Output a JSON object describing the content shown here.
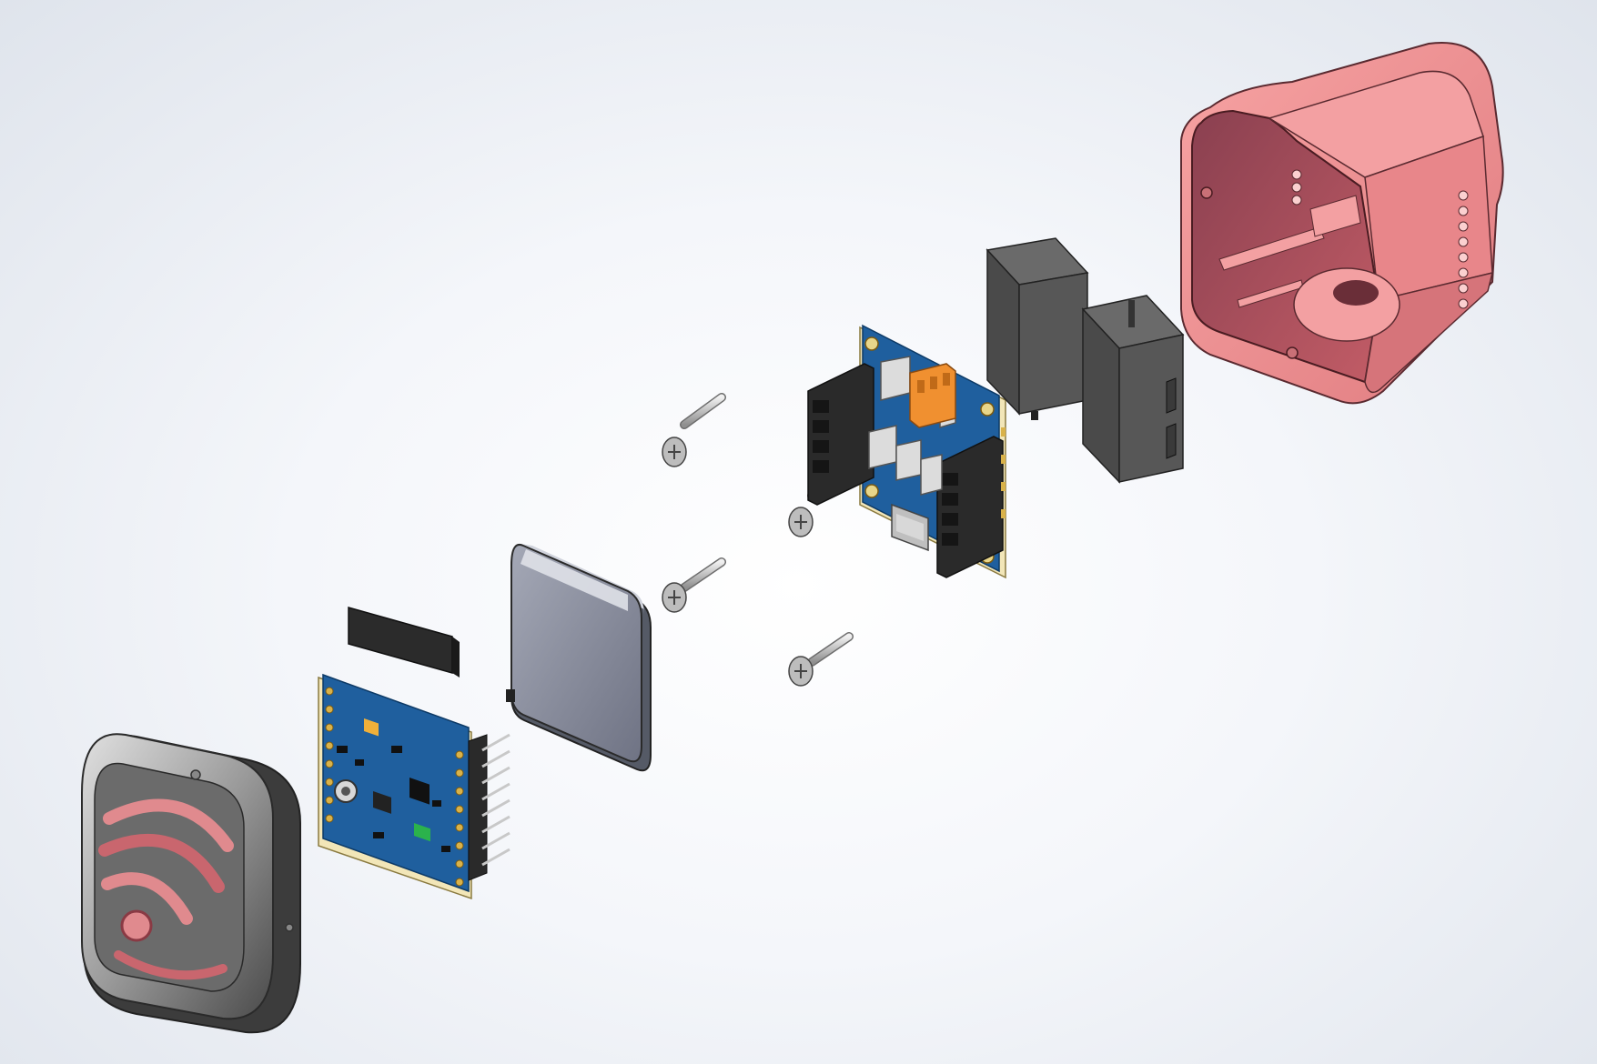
{
  "view": {
    "type": "exploded-assembly",
    "background": "#eef1f6"
  },
  "colors": {
    "pink": "#f08f8f",
    "pink_dark": "#7a3a44",
    "pcb_blue": "#1f5f9e",
    "pcb_edge": "#f2e6b8",
    "pcb_gold": "#d9b24a",
    "connector_black": "#2a2a2a",
    "connector_grey": "#d8d8d8",
    "connector_orange": "#f09030",
    "battery_body": "#7d8190",
    "battery_light": "#c9ccd6",
    "screw": "#c8c8c8",
    "knob_grey": "#6a6a6a",
    "relay_grey": "#555555"
  },
  "parts": [
    {
      "id": "front-cover",
      "icon": "espressif-logo-icon"
    },
    {
      "id": "main-pcb",
      "icon": "pcb-icon"
    },
    {
      "id": "battery",
      "icon": "battery-icon"
    },
    {
      "id": "screws",
      "count": 4,
      "icon": "screw-icon"
    },
    {
      "id": "io-pcb",
      "icon": "pcb-icon"
    },
    {
      "id": "relay-modules",
      "count": 2,
      "icon": "relay-icon"
    },
    {
      "id": "rear-housing",
      "icon": "enclosure-icon"
    }
  ]
}
